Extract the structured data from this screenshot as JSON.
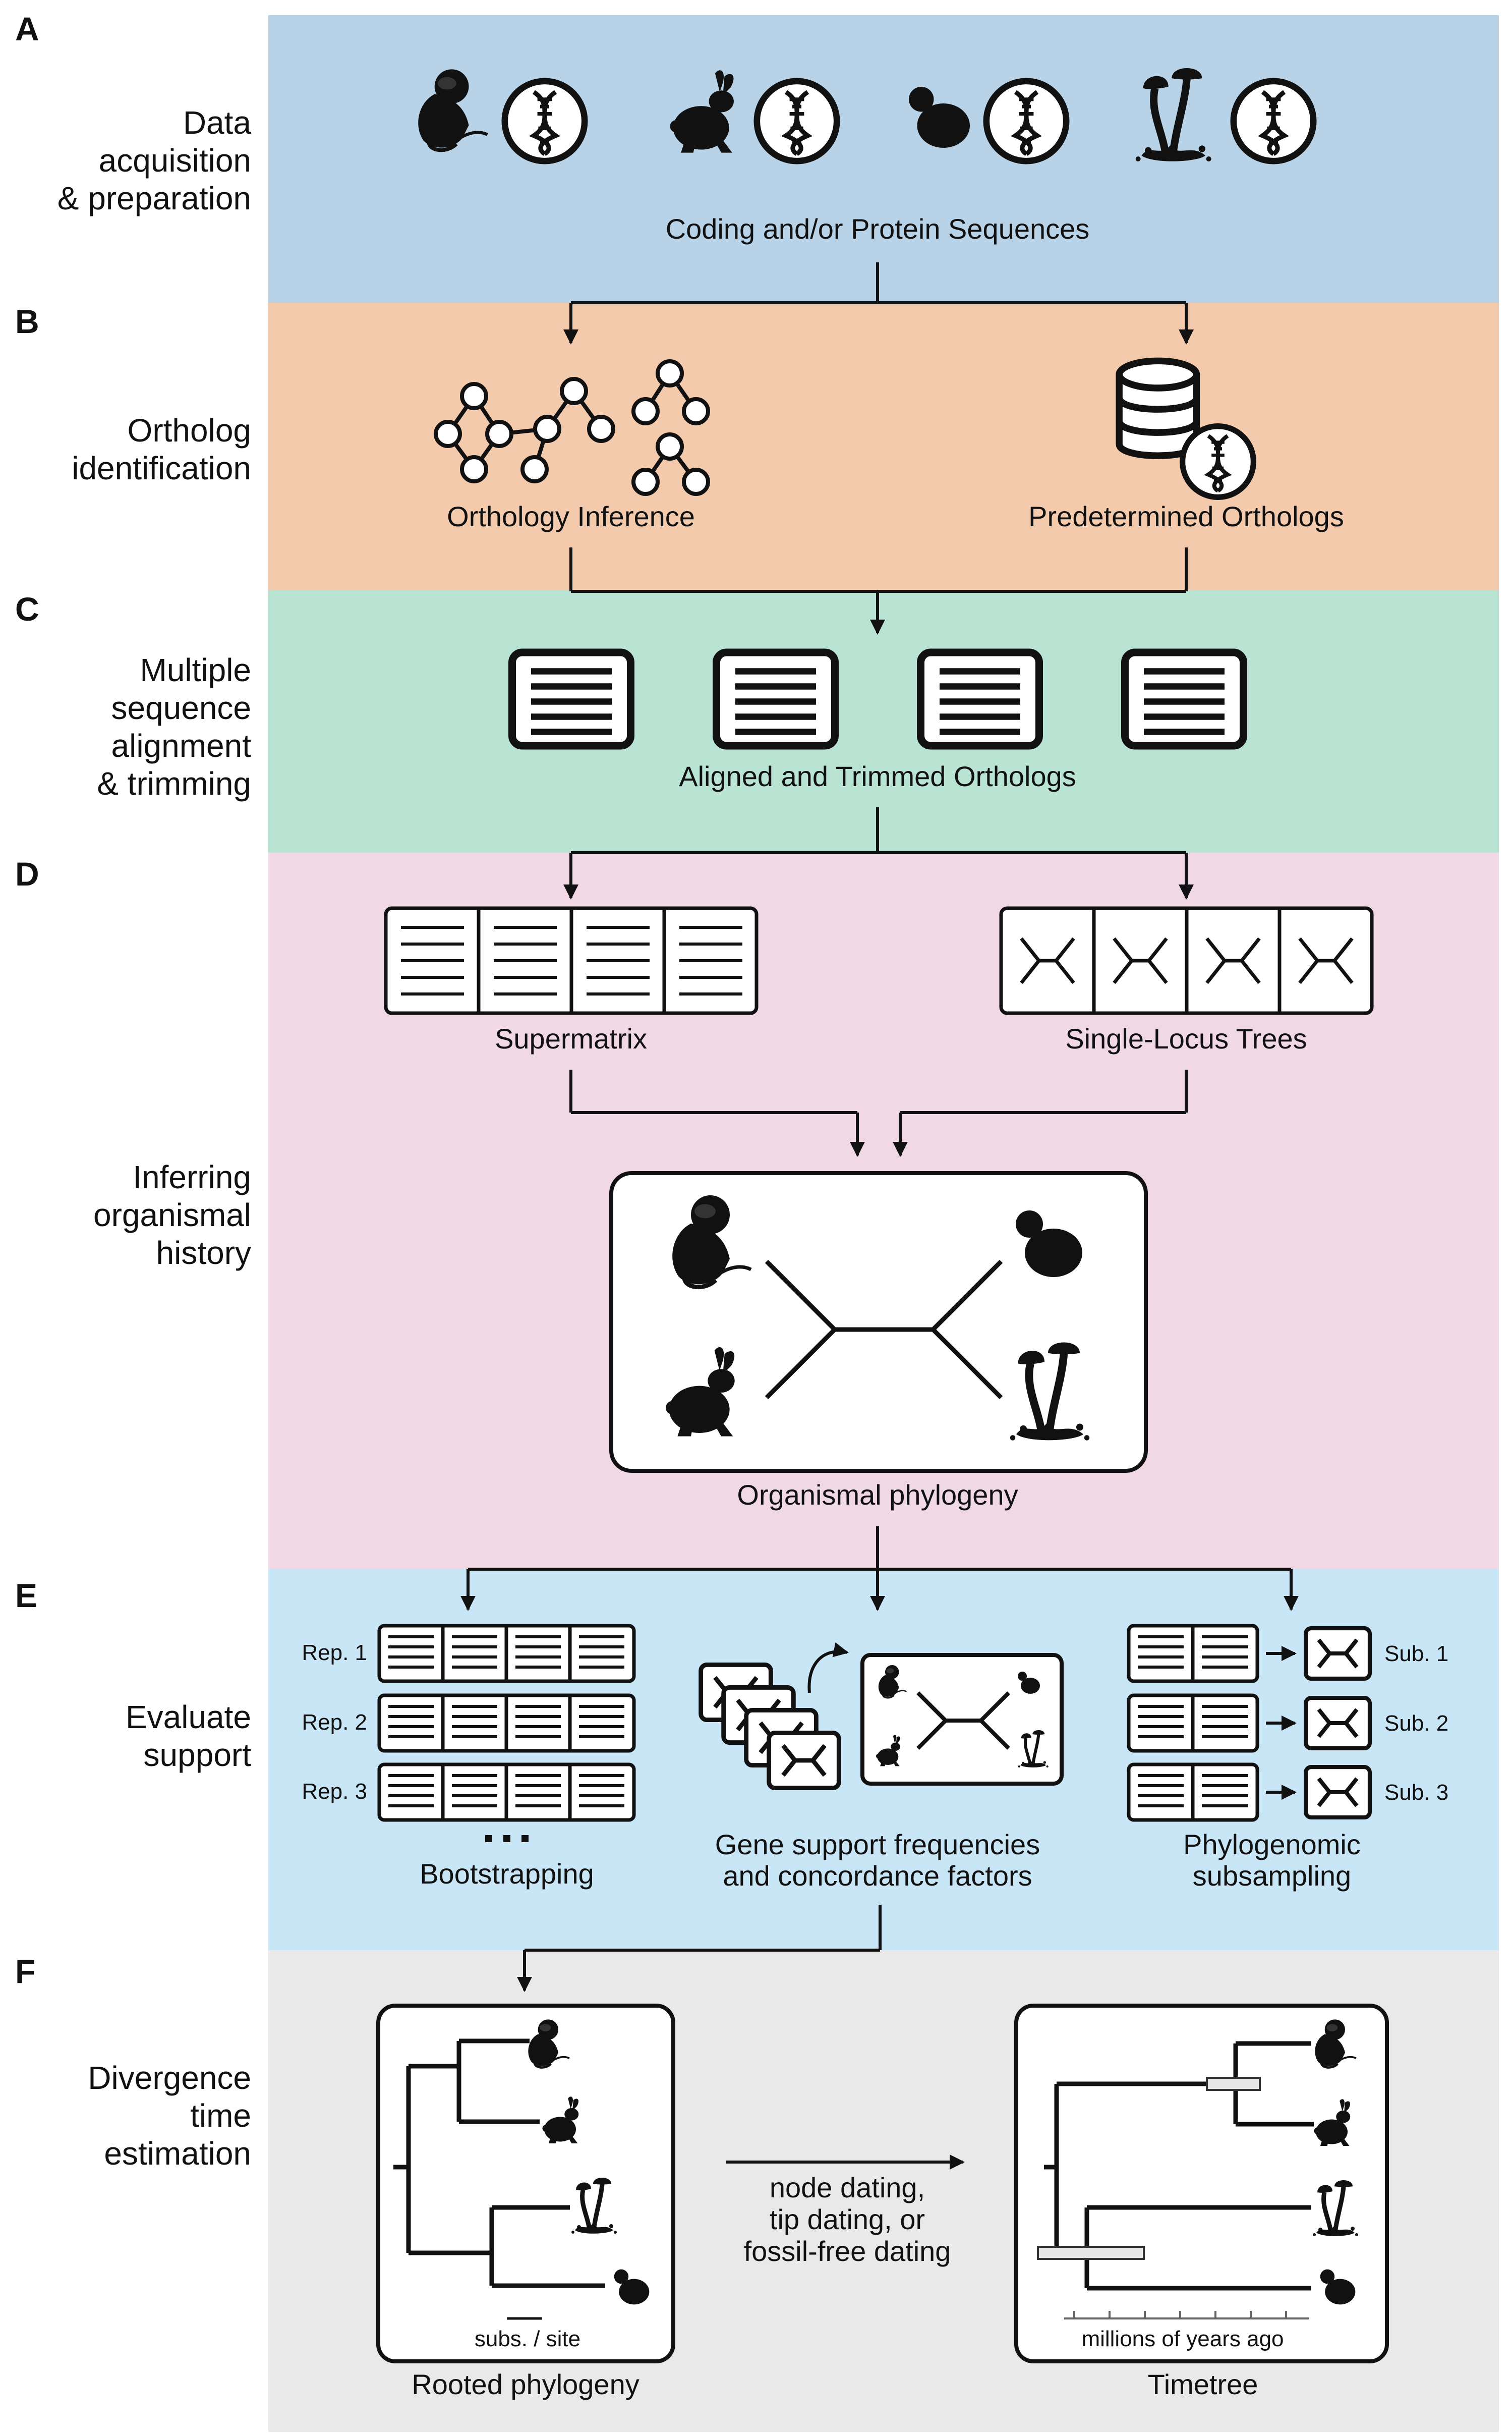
{
  "panels": {
    "A": {
      "letter": "A",
      "side_label": [
        "Data",
        "acquisition",
        "& preparation"
      ],
      "color": "#b8d3e7",
      "caption": "Coding and/or Protein Sequences"
    },
    "B": {
      "letter": "B",
      "side_label": [
        "Ortholog",
        "identification"
      ],
      "color": "#f3cbac",
      "left_caption": "Orthology Inference",
      "right_caption": "Predetermined Orthologs"
    },
    "C": {
      "letter": "C",
      "side_label": [
        "Multiple",
        "sequence",
        "alignment",
        "& trimming"
      ],
      "color": "#b9e3d3",
      "caption": "Aligned and Trimmed Orthologs"
    },
    "D": {
      "letter": "D",
      "side_label": [
        "Inferring",
        "organismal",
        "history"
      ],
      "color": "#f0d8e5",
      "left_caption": "Supermatrix",
      "right_caption": "Single-Locus Trees",
      "tree_caption": "Organismal phylogeny"
    },
    "E": {
      "letter": "E",
      "side_label": [
        "Evaluate",
        "support"
      ],
      "color": "#c9e6f7",
      "reps": [
        "Rep. 1",
        "Rep. 2",
        "Rep. 3"
      ],
      "bootstrap_caption": "Bootstrapping",
      "gene_support_caption": [
        "Gene support frequencies",
        "and concordance factors"
      ],
      "subs": [
        "Sub. 1",
        "Sub. 2",
        "Sub. 3"
      ],
      "subsampling_caption": [
        "Phylogenomic",
        "subsampling"
      ]
    },
    "F": {
      "letter": "F",
      "side_label": [
        "Divergence",
        "time",
        "estimation"
      ],
      "color": "#e9e9e9",
      "scale_label": "subs. / site",
      "rooted_caption": "Rooted phylogeny",
      "method_text": [
        "node dating,",
        "tip dating, or",
        "fossil-free dating"
      ],
      "time_axis_label": "millions of years ago",
      "timetree_caption": "Timetree"
    }
  },
  "organisms": [
    "monkey-icon",
    "rabbit-icon",
    "yeast-icon",
    "mushroom-icon"
  ],
  "icons": [
    "dna-icon",
    "database-icon",
    "alignment-icon",
    "unrooted-tree-icon"
  ],
  "colors": {
    "ink": "#111111",
    "box_fill": "#ffffff"
  }
}
